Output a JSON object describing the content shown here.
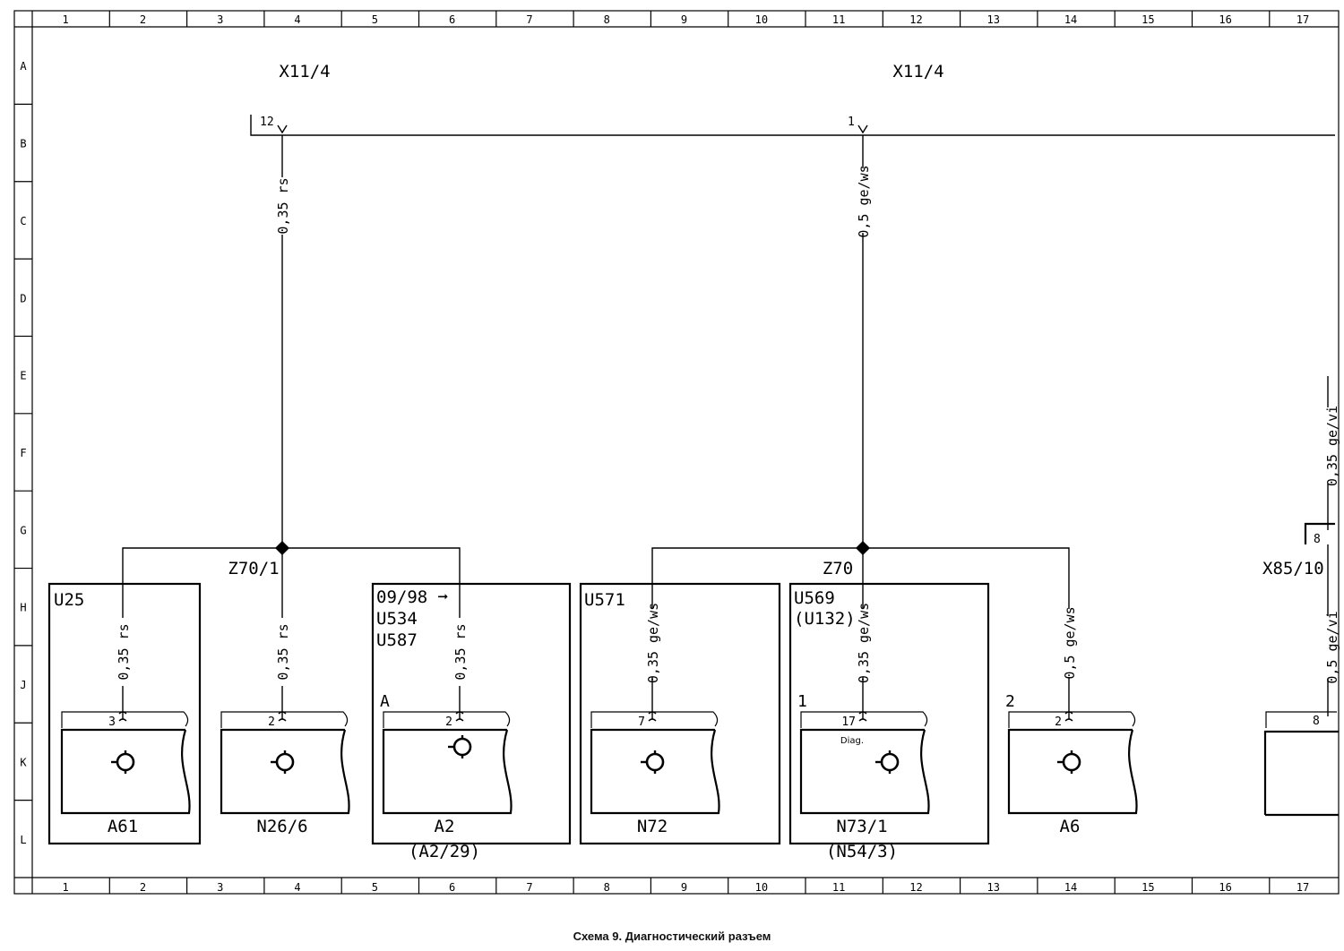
{
  "grid": {
    "columns": [
      "1",
      "2",
      "3",
      "4",
      "5",
      "6",
      "7",
      "8",
      "9",
      "10",
      "11",
      "12",
      "13",
      "14",
      "15",
      "16",
      "17"
    ],
    "rows": [
      "A",
      "B",
      "C",
      "D",
      "E",
      "F",
      "G",
      "H",
      "J",
      "K",
      "L"
    ]
  },
  "connectors": {
    "left": {
      "name": "X11/4",
      "pin": "12"
    },
    "right": {
      "name": "X11/4",
      "pin": "1"
    },
    "x85": {
      "name": "X85/10",
      "pin": "8"
    }
  },
  "wires": {
    "left_main": "0,35 rs",
    "right_main": "0,5 ge/ws",
    "x85_top": "0,35 ge/vi",
    "x85_bottom": "0,5 ge/vi"
  },
  "splices": {
    "left": "Z70/1",
    "right": "Z70"
  },
  "components": [
    {
      "label": "A61",
      "group": [
        "U25"
      ],
      "pin": "3",
      "wire": "0,35 rs",
      "extra": "",
      "note": "",
      "sub": ""
    },
    {
      "label": "N26/6",
      "group": [],
      "pin": "2",
      "wire": "0,35 rs",
      "extra": "",
      "note": "",
      "sub": ""
    },
    {
      "label": "A2",
      "group": [
        "09/98 ➞",
        "U534",
        "U587"
      ],
      "pin": "2",
      "wire": "0,35 rs",
      "extra": "A",
      "note": "",
      "sub": "(A2/29)"
    },
    {
      "label": "N72",
      "group": [
        "U571"
      ],
      "pin": "7",
      "wire": "0,35 ge/ws",
      "extra": "",
      "note": "",
      "sub": ""
    },
    {
      "label": "N73/1",
      "group": [
        "U569",
        "(U132)"
      ],
      "pin": "17",
      "wire": "0,35 ge/ws",
      "extra": "1",
      "note": "Diag.",
      "sub": "(N54/3)"
    },
    {
      "label": "A6",
      "group": [],
      "pin": "2",
      "wire": "0,5 ge/ws",
      "extra": "2",
      "note": "",
      "sub": ""
    }
  ],
  "partial_component": {
    "pin": "8"
  },
  "caption": "Схема 9. Диагностический разъем"
}
